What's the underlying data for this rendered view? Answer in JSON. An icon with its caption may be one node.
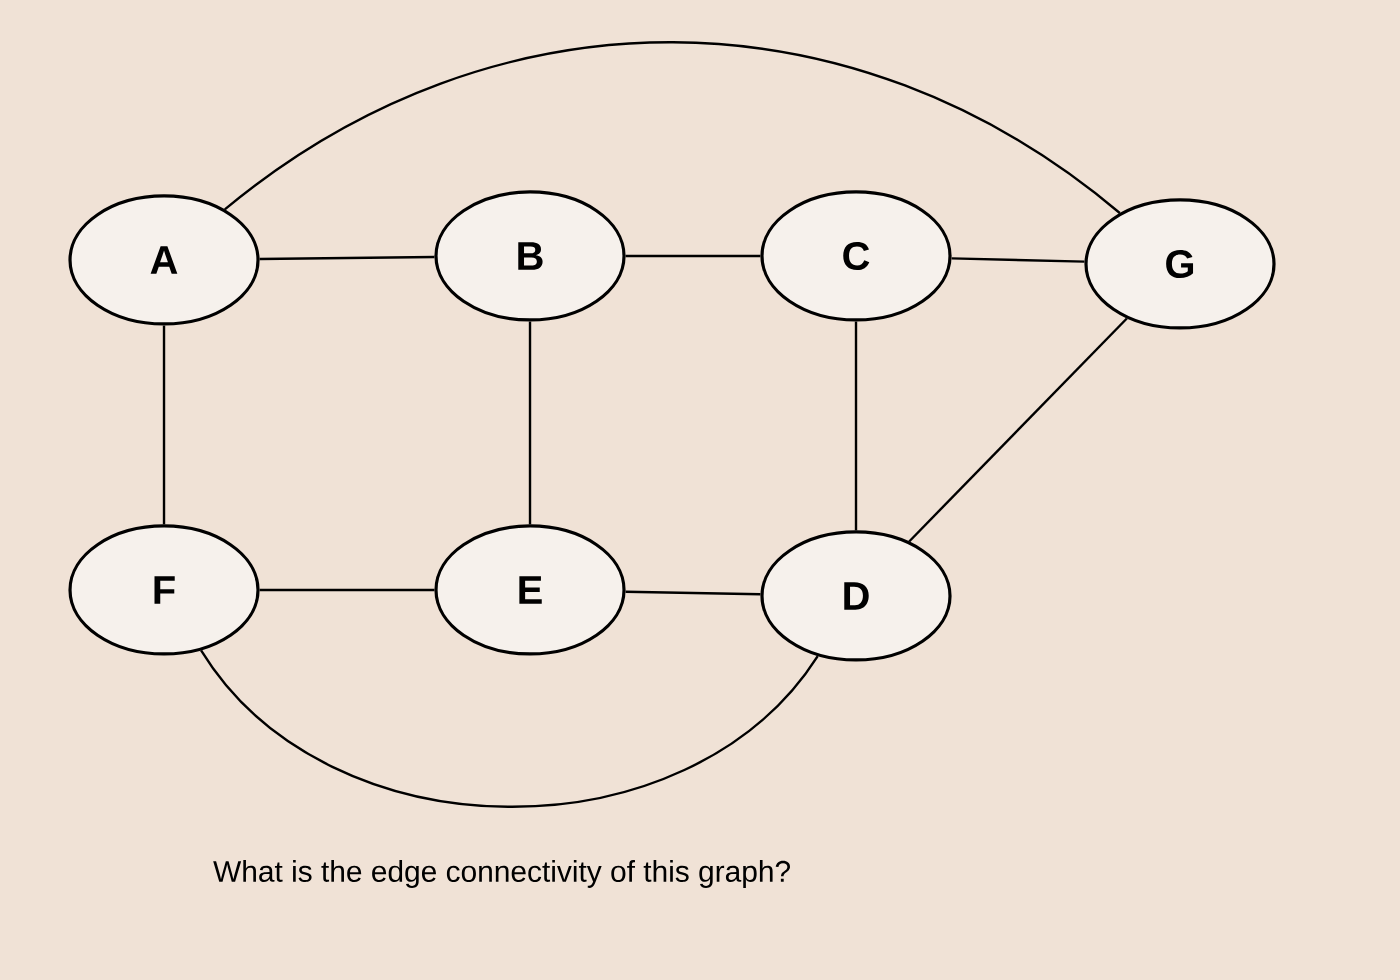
{
  "diagram": {
    "nodes": [
      {
        "text": [
          "A"
        ]
      },
      {
        "text": [
          "B"
        ]
      },
      {
        "text": [
          "C"
        ]
      },
      {
        "text": [
          "G"
        ]
      },
      {
        "text": [
          "F"
        ]
      },
      {
        "text": [
          "E"
        ]
      },
      {
        "text": [
          "D"
        ]
      }
    ],
    "edges": [
      {
        "from": 0,
        "to": 1,
        "arrow": "none"
      },
      {
        "from": 1,
        "to": 2,
        "arrow": "none"
      },
      {
        "from": 2,
        "to": 3,
        "arrow": "none"
      },
      {
        "from": 0,
        "to": 3,
        "arrow": "none"
      },
      {
        "from": 0,
        "to": 4,
        "arrow": "none"
      },
      {
        "from": 1,
        "to": 5,
        "arrow": "none"
      },
      {
        "from": 2,
        "to": 6,
        "arrow": "none"
      },
      {
        "from": 3,
        "to": 6,
        "arrow": "none"
      },
      {
        "from": 4,
        "to": 5,
        "arrow": "none"
      },
      {
        "from": 5,
        "to": 6,
        "arrow": "none"
      },
      {
        "from": 4,
        "to": 6,
        "arrow": "none"
      }
    ],
    "labels": [
      "What is the edge connectivity of this graph?"
    ]
  }
}
